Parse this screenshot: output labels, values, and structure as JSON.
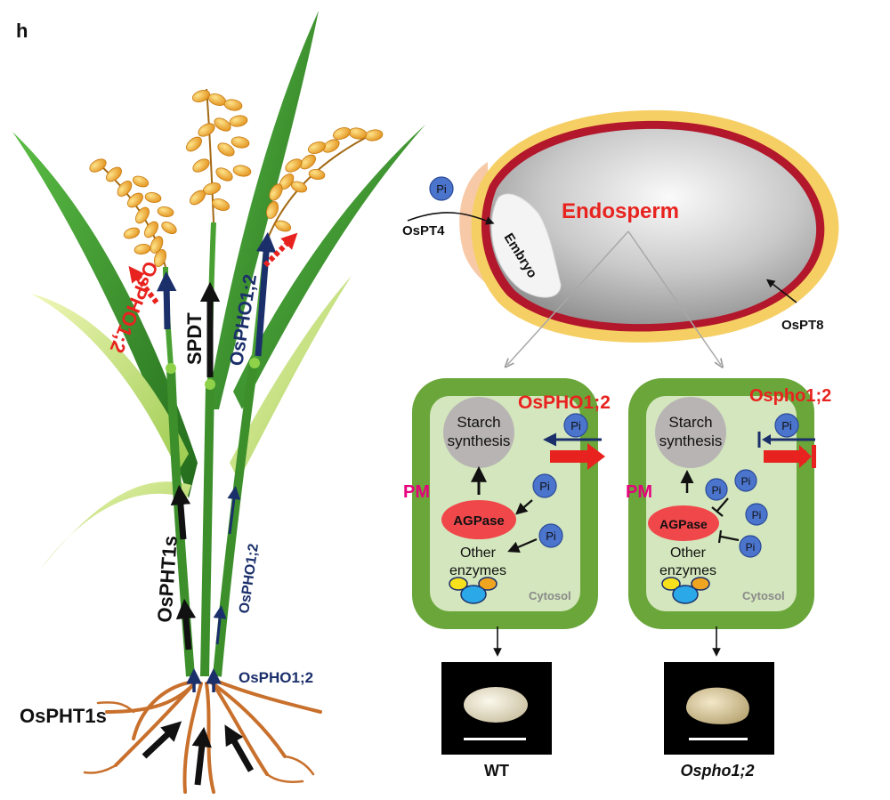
{
  "panel_label": "h",
  "colors": {
    "red": "#e8231f",
    "navy": "#1b2f6b",
    "magenta": "#e6007e",
    "leaf_green": "#3f9a34",
    "grain_gold": "#f0a520",
    "root_brown": "#c8702c",
    "cell_wall": "#6aa63a",
    "cytoplasm": "#d3e6bd",
    "starch_gray": "#b8b4b4",
    "agpase_red": "#f0474b",
    "pi_blue": "#4b74cc",
    "endosperm_red": "#b2172b",
    "aleurone_yellow": "#f6cf64"
  },
  "plant": {
    "labels": {
      "left_panicle_red": "OsPHO1;2",
      "spdt": "SPDT",
      "right_node": "OsPHO1;2",
      "ospht1s_stem": "OsPHT1s",
      "pho12_stem": "OsPHO1;2",
      "pho12_root": "OsPHO1;2",
      "ospht1s_roots": "OsPHT1s"
    }
  },
  "seed": {
    "endosperm": "Endosperm",
    "embryo": "Embryo",
    "ospt4": "OsPT4",
    "ospt8": "OsPT8",
    "pi": "Pi"
  },
  "cells": {
    "left": {
      "title": "OsPHO1;2",
      "pm": "PM",
      "starch_line1": "Starch",
      "starch_line2": "synthesis",
      "agpase": "AGPase",
      "other_line1": "Other",
      "other_line2": "enzymes",
      "cytosol": "Cytosol",
      "pi": "Pi",
      "grain_label": "WT"
    },
    "right": {
      "title": "Ospho1;2",
      "pm": "PM",
      "starch_line1": "Starch",
      "starch_line2": "synthesis",
      "agpase": "AGPase",
      "other_line1": "Other",
      "other_line2": "enzymes",
      "cytosol": "Cytosol",
      "pi": "Pi",
      "grain_label": "Ospho1;2"
    }
  }
}
